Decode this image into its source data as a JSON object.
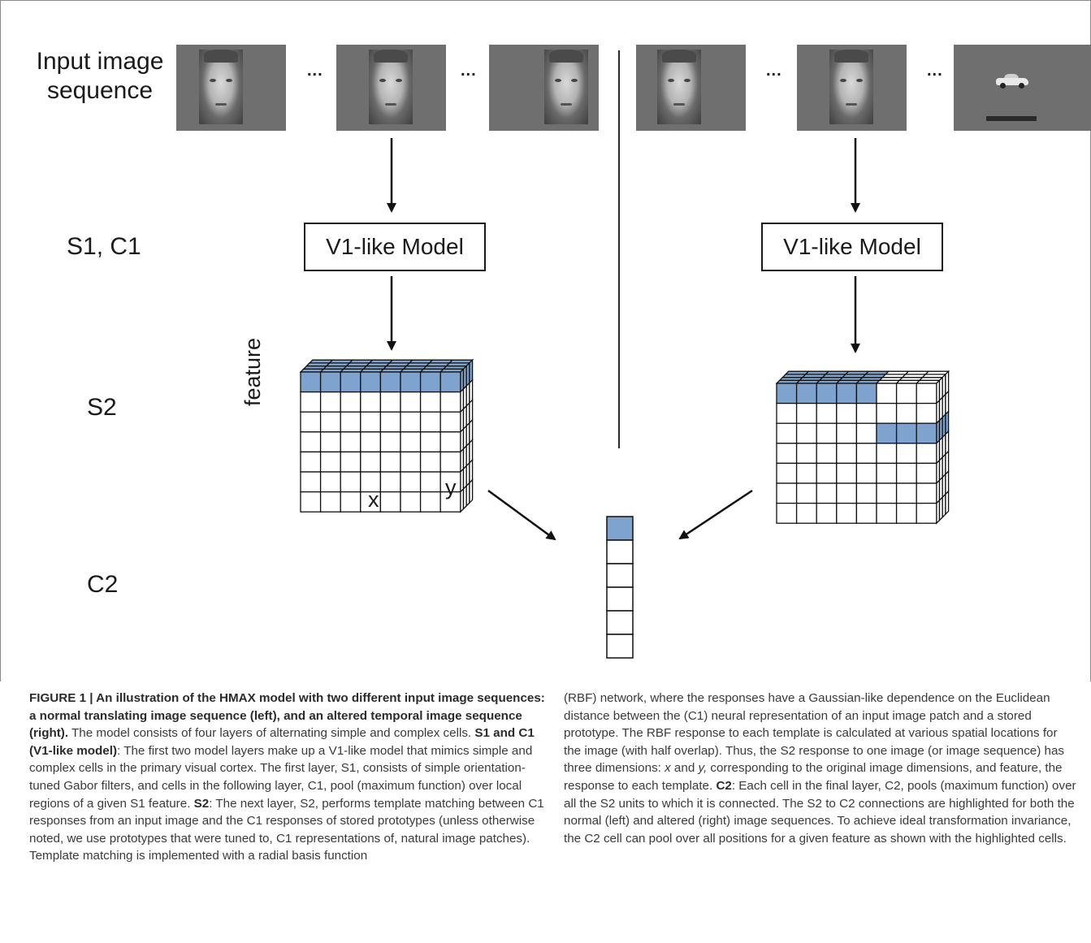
{
  "figure": {
    "input_label": "Input image sequence",
    "layers": {
      "s1c1": "S1, C1",
      "s2": "S2",
      "c2": "C2"
    },
    "ellipsis": "...",
    "model_box_left": "V1-like Model",
    "model_box_right": "V1-like Model",
    "axis_feature": "feature",
    "axis_x": "x",
    "axis_y": "y",
    "highlight_color": "#7ea3cf"
  },
  "caption": {
    "title": "FIGURE 1 | An illustration of the HMAX model with two different input image sequences: a normal translating image sequence (left), and an altered temporal image sequence (right).",
    "p1": " The model consists of four layers of alternating simple and complex cells. ",
    "h_s1c1": "S1 and C1 (V1-like model)",
    "p2": ": The first two model layers make up a V1-like model that mimics simple and complex cells in the primary visual cortex. The first layer, S1, consists of simple orientation-tuned Gabor filters, and cells in the following layer, C1, pool (maximum function) over local regions of a given S1 feature. ",
    "h_s2": "S2",
    "p3": ": The next layer, S2, performs template matching between C1 responses from an input image and the C1 responses of stored prototypes (unless otherwise noted, we use prototypes that were tuned to, C1 representations of, natural image patches). Template matching is implemented with a radial basis function",
    "p4": "(RBF) network, where the responses have a Gaussian-like dependence on the Euclidean distance between the (C1) neural representation of an input image patch and a stored prototype. The RBF response to each template is calculated at various spatial locations for the image (with half overlap). Thus, the S2 response to one image (or image sequence) has three dimensions: ",
    "x_it": "x",
    "p5": " and ",
    "y_it": "y,",
    "p6": " corresponding to the original image dimensions, and feature, the response to each template. ",
    "h_c2": "C2",
    "p7": ": Each cell in the final layer, C2, pools (maximum function) over all the S2 units to which it is connected. The S2 to C2 connections are highlighted for both the normal (left) and altered (right) image sequences. To achieve ideal transformation invariance, the C2 cell can pool over all positions for a given feature as shown with the highlighted cells."
  }
}
